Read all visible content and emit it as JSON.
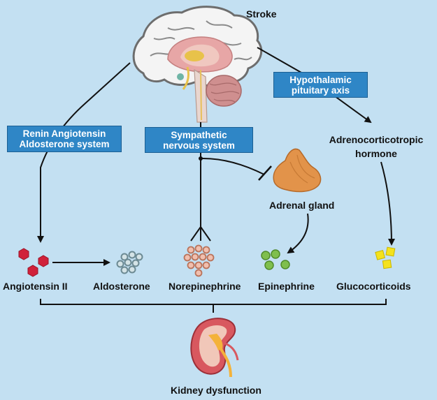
{
  "labels": {
    "stroke": "Stroke",
    "raas_line1": "Renin Angiotensin",
    "raas_line2": "Aldosterone system",
    "sns_line1": "Sympathetic",
    "sns_line2": "nervous system",
    "hpa_line1": "Hypothalamic",
    "hpa_line2": "pituitary axis",
    "acth_line1": "Adrenocorticotropic",
    "acth_line2": "hormone",
    "adrenal_gland": "Adrenal gland",
    "angiotensin": "Angiotensin II",
    "aldosterone": "Aldosterone",
    "norepinephrine": "Norepinephrine",
    "epinephrine": "Epinephrine",
    "glucocorticoids": "Glucocorticoids",
    "kidney": "Kidney dysfunction"
  },
  "colors": {
    "background": "#c3e0f2",
    "box_fill": "#2f86c6",
    "angiotensin": "#d0213a",
    "aldosterone": "#9fb5bd",
    "norepinephrine": "#e3a48c",
    "epinephrine": "#7fbf4d",
    "glucocorticoids": "#f4e21d"
  }
}
